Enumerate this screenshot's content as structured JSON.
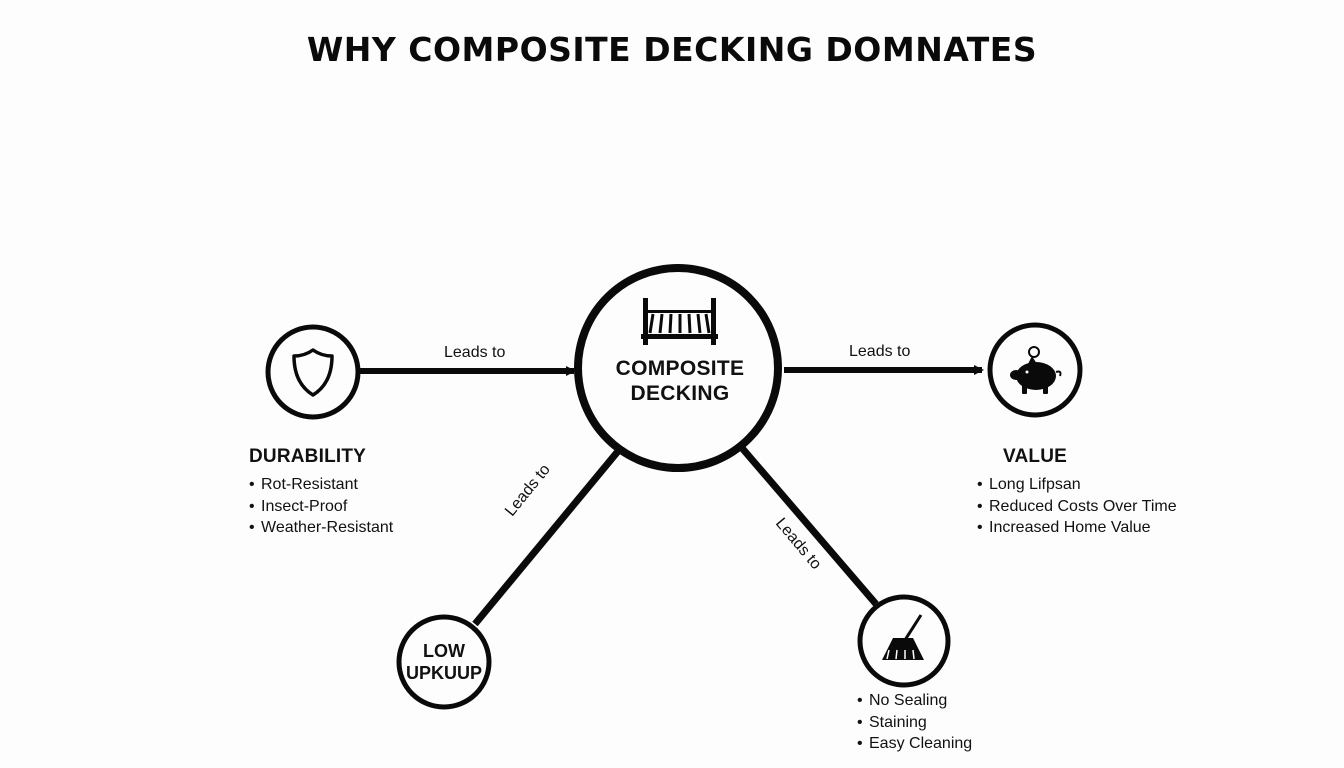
{
  "title": "WHY COMPOSITE DECKING DOMNATES",
  "center": {
    "label_line1": "COMPOSITE",
    "label_line2": "DECKING",
    "icon": "deck-icon"
  },
  "nodes": {
    "durability": {
      "title": "DURABILITY",
      "icon": "shield-icon",
      "bullets": [
        "Rot-Resistant",
        "Insect-Proof",
        "Weather-Resistant"
      ]
    },
    "value": {
      "title": "VALUE",
      "icon": "piggy-bank-icon",
      "bullets": [
        "Long Lifpsan",
        "Reduced Costs Over Time",
        "Increased Home Value"
      ]
    },
    "low_upkeep": {
      "label_line1": "LOW",
      "label_line2": "UPKUUP"
    },
    "cleaning": {
      "icon": "broom-icon",
      "bullets": [
        "No Sealing",
        "Staining",
        "Easy Cleaning"
      ]
    }
  },
  "edges": {
    "durability_to_center": "Leads to",
    "center_to_value": "Leads to",
    "center_to_low_upkeep": "Leads to",
    "center_to_cleaning": "Leads to"
  },
  "colors": {
    "ink": "#0a0a0a",
    "background": "#fdfdfd"
  }
}
